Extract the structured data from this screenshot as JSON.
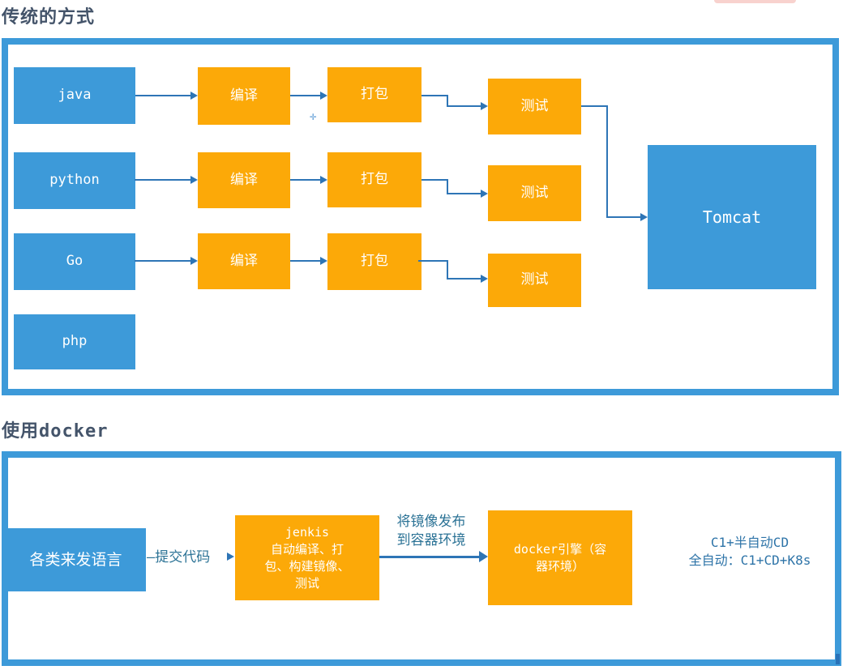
{
  "traditional": {
    "title": "传统的方式",
    "sources": [
      "java",
      "python",
      "Go",
      "php"
    ],
    "compile_label": "编译",
    "package_label": "打包",
    "test_label": "测试",
    "server_label": "Tomcat"
  },
  "docker_flow": {
    "title": "使用docker",
    "source_label": "各类来发语言",
    "commit_label": "—提交代码",
    "jenkins_label": "jenkis\n自动编译、打\n包、构建镜像、\n测试",
    "publish_label": "将镜像发布\n到容器环境",
    "engine_label": "docker引擎（容\n器环境）",
    "cicd_note": "C1+半自动CD\n全自动：C1+CD+K8s"
  },
  "decorations": {
    "crosshair_glyph": "✛"
  },
  "colors": {
    "box_blue": "#3D9AD9",
    "box_orange": "#FCA908",
    "connector": "#2E75B6",
    "title_text": "#44546A",
    "label_text": "#2C7396",
    "note_text": "#2E74A8",
    "highlight_pink": "#F8D2CE"
  }
}
